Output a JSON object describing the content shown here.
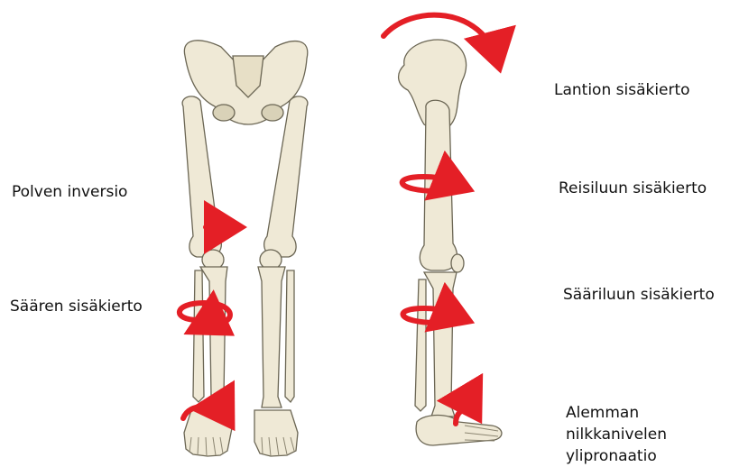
{
  "labels": {
    "polven_inversio": "Polven inversio",
    "saaren_sisakierto": "Säären sisäkierto",
    "lantion_sisakierto": "Lantion sisäkierto",
    "reisiluun_sisakierto": "Reisiluun sisäkierto",
    "saariluun_sisakierto": "Sääriluun sisäkierto",
    "nilkka_line1": "Alemman",
    "nilkka_line2": "nilkkanivelen",
    "nilkka_line3": "ylipronaatio"
  },
  "colors": {
    "arrow": "#e41f26",
    "bone_fill": "#efe9d6",
    "bone_stroke": "#6b6654"
  },
  "icons": {
    "front_skeleton": "anterior-leg-skeleton",
    "side_skeleton": "lateral-leg-skeleton",
    "rotation_arrow": "curved-red-arrow"
  }
}
